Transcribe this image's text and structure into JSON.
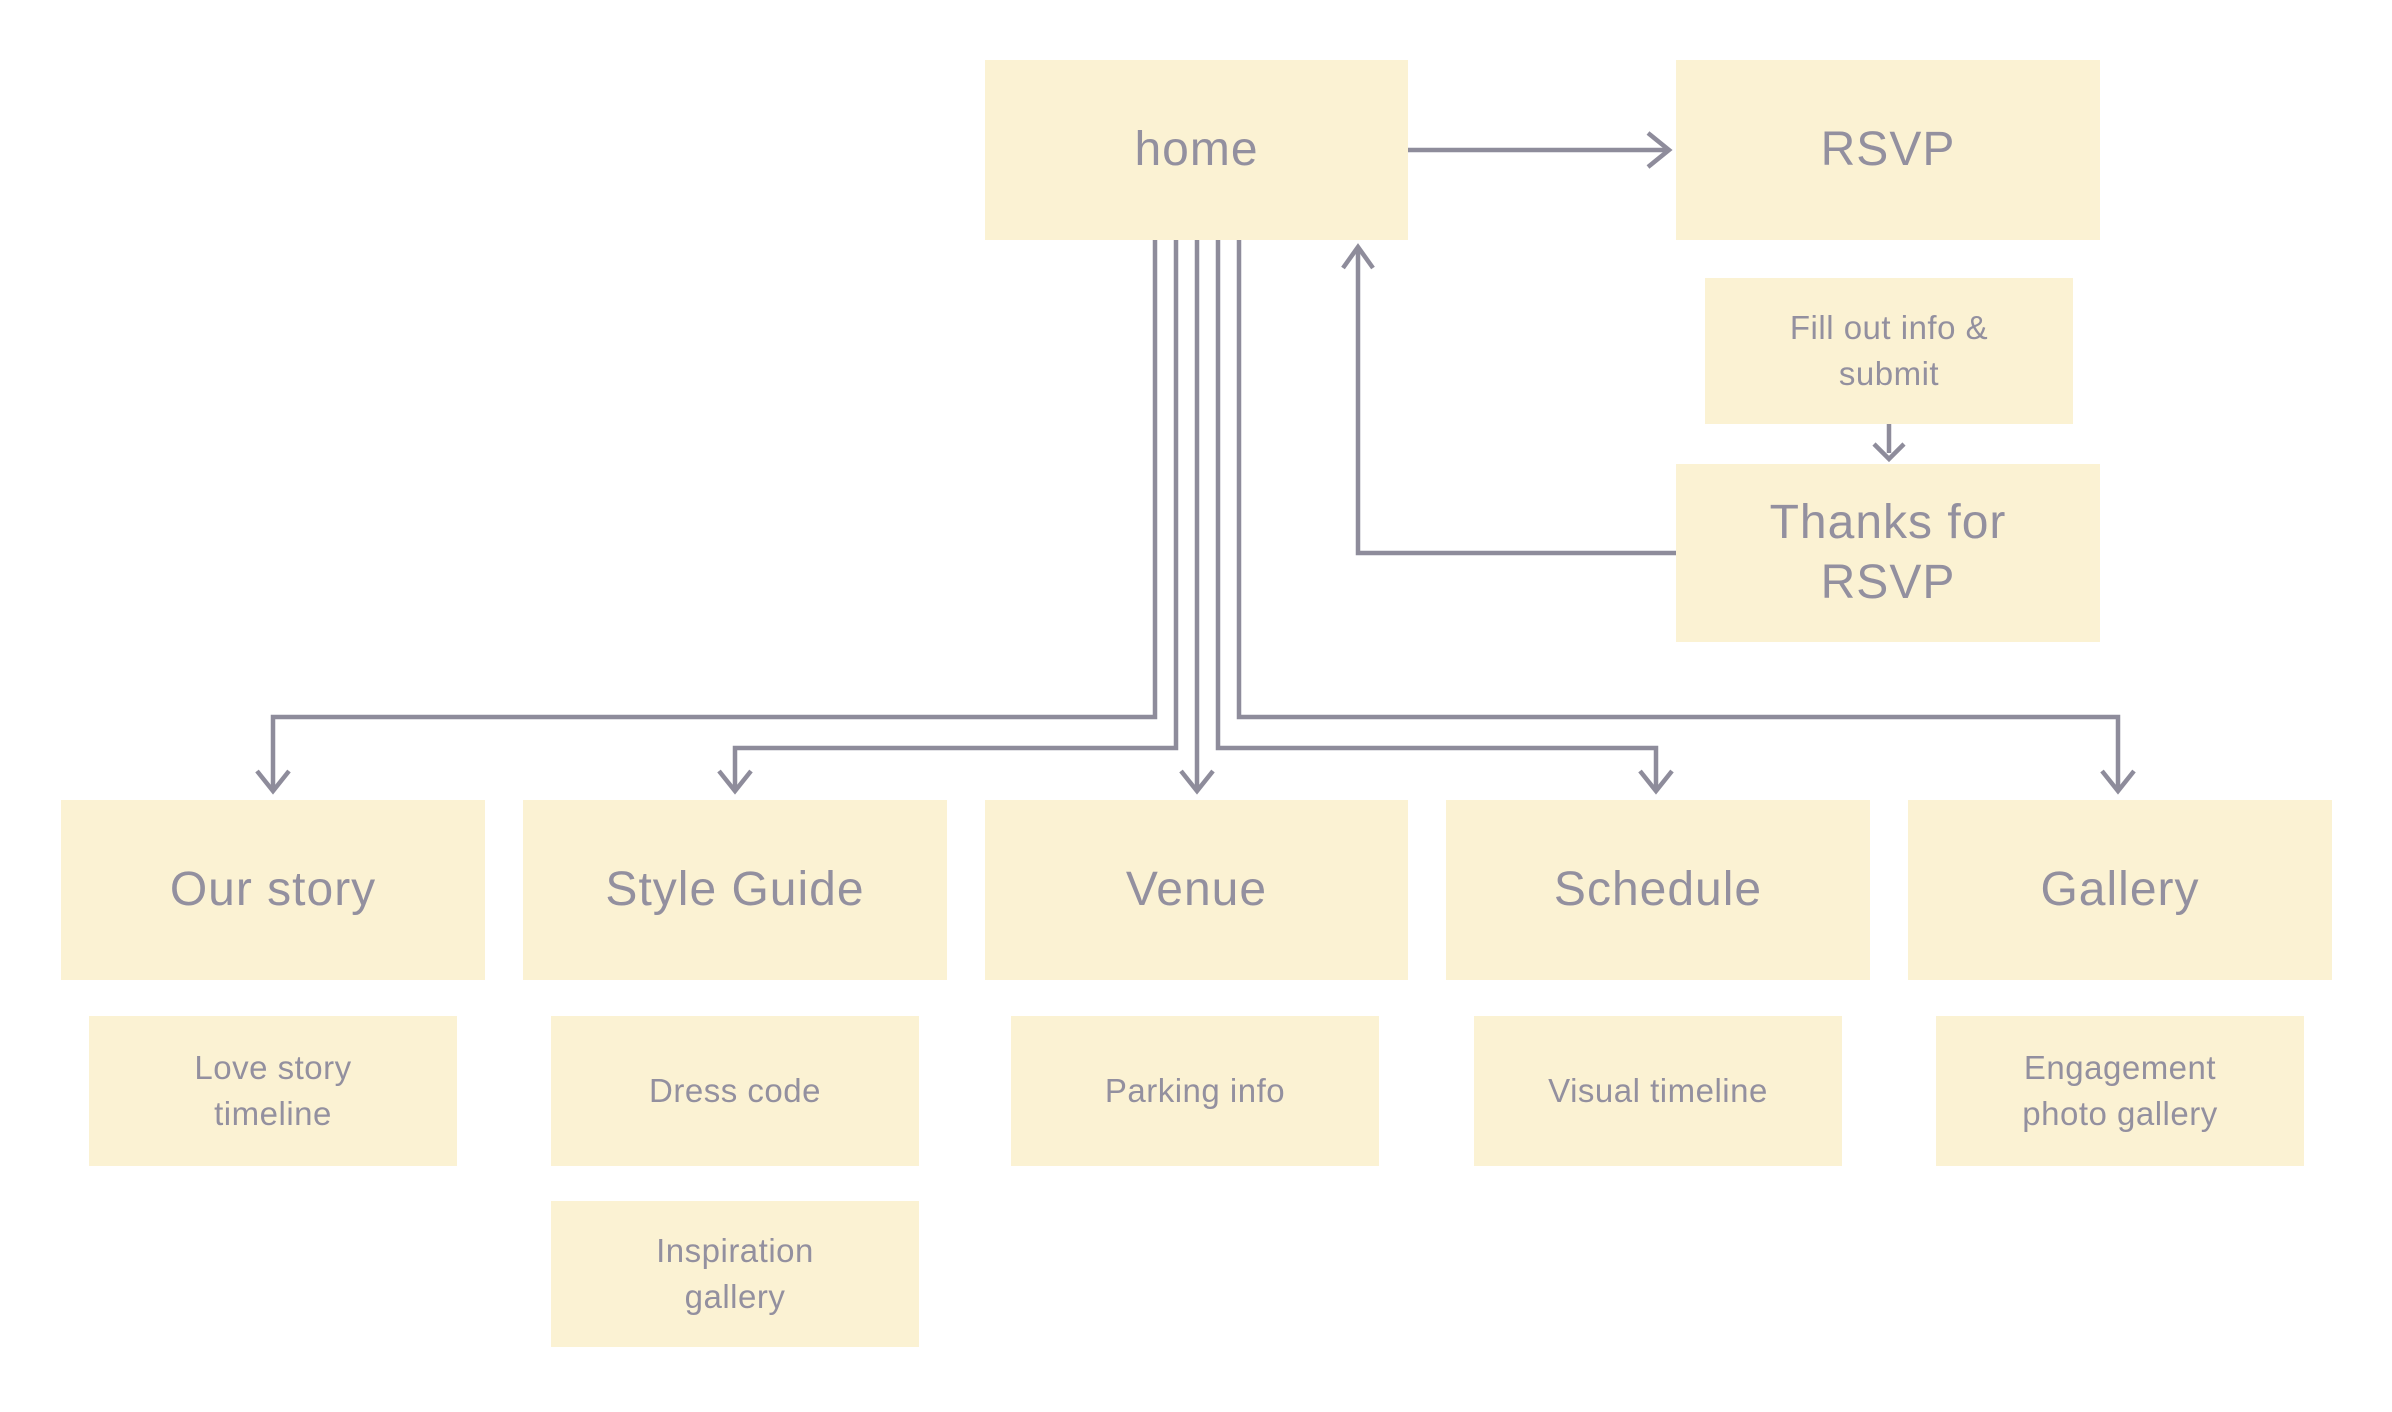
{
  "diagram": {
    "type": "sitemap-flowchart",
    "colors": {
      "background": "#ffffff",
      "box_fill": "#fbf2d3",
      "text": "#93909f",
      "arrow": "#8e8c9b"
    },
    "nodes": {
      "home": {
        "label": "home"
      },
      "rsvp": {
        "label": "RSVP"
      },
      "fill_out": {
        "label": "Fill out info & submit"
      },
      "thanks": {
        "label": "Thanks for RSVP"
      },
      "our_story": {
        "label": "Our story"
      },
      "style_guide": {
        "label": "Style Guide"
      },
      "venue": {
        "label": "Venue"
      },
      "schedule": {
        "label": "Schedule"
      },
      "gallery": {
        "label": "Gallery"
      },
      "love_story": {
        "label": "Love story timeline"
      },
      "dress_code": {
        "label": "Dress code"
      },
      "inspiration": {
        "label": "Inspiration gallery"
      },
      "parking": {
        "label": "Parking info"
      },
      "visual_timeline": {
        "label": "Visual timeline"
      },
      "engagement": {
        "label": "Engagement photo gallery"
      }
    },
    "edges": [
      {
        "from": "home",
        "to": "rsvp"
      },
      {
        "from": "fill_out",
        "to": "thanks"
      },
      {
        "from": "thanks",
        "to": "home"
      },
      {
        "from": "home",
        "to": "our_story"
      },
      {
        "from": "home",
        "to": "style_guide"
      },
      {
        "from": "home",
        "to": "venue"
      },
      {
        "from": "home",
        "to": "schedule"
      },
      {
        "from": "home",
        "to": "gallery"
      }
    ]
  }
}
